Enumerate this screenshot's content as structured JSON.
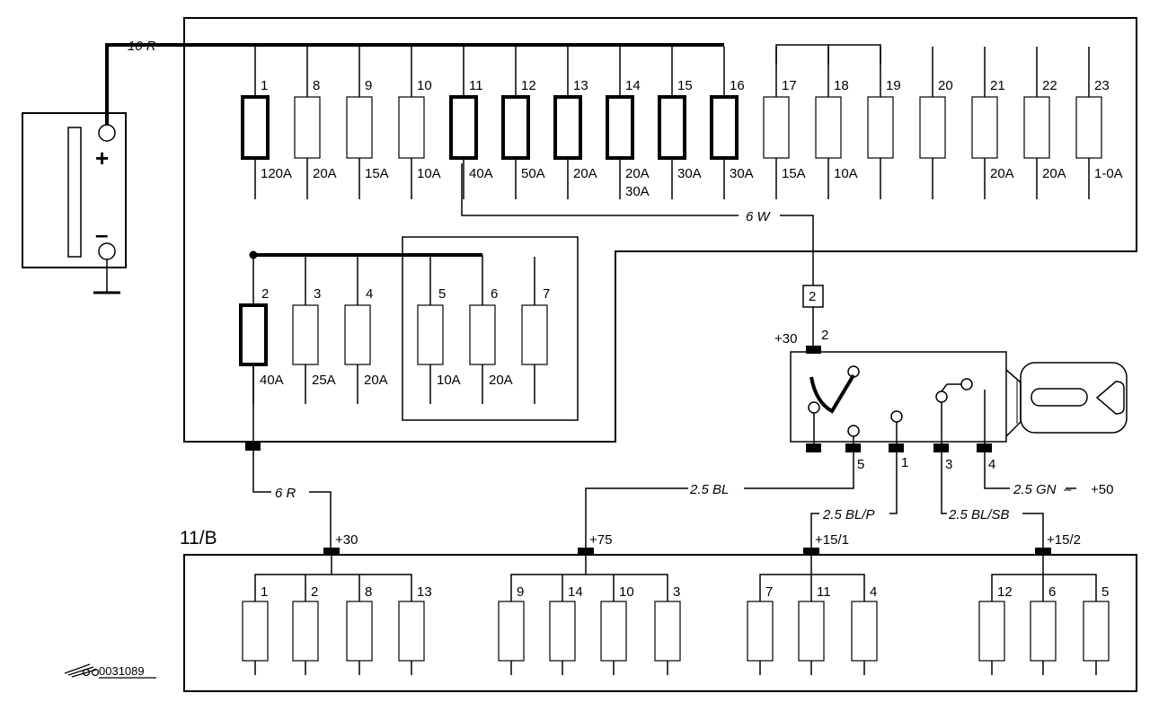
{
  "battery": {
    "plus": "+",
    "minus": "–"
  },
  "upper_row": [
    {
      "num": "1",
      "rating": "120A",
      "heavy": true
    },
    {
      "num": "8",
      "rating": "20A",
      "heavy": false
    },
    {
      "num": "9",
      "rating": "15A",
      "heavy": false
    },
    {
      "num": "10",
      "rating": "10A",
      "heavy": false
    },
    {
      "num": "11",
      "rating": "40A",
      "heavy": true
    },
    {
      "num": "12",
      "rating": "50A",
      "heavy": true
    },
    {
      "num": "13",
      "rating": "20A",
      "heavy": true
    },
    {
      "num": "14",
      "rating": "20A",
      "rating2": "30A",
      "heavy": true
    },
    {
      "num": "15",
      "rating": "30A",
      "heavy": true
    },
    {
      "num": "16",
      "rating": "30A",
      "heavy": true
    },
    {
      "num": "17",
      "rating": "15A",
      "heavy": false
    },
    {
      "num": "18",
      "rating": "10A",
      "heavy": false
    },
    {
      "num": "19",
      "rating": "",
      "heavy": false
    },
    {
      "num": "20",
      "rating": "",
      "heavy": false
    },
    {
      "num": "21",
      "rating": "20A",
      "heavy": false
    },
    {
      "num": "22",
      "rating": "20A",
      "heavy": false
    },
    {
      "num": "23",
      "rating": "1-0A",
      "heavy": false
    }
  ],
  "lower_row": [
    {
      "num": "2",
      "rating": "40A",
      "heavy": true
    },
    {
      "num": "3",
      "rating": "25A",
      "heavy": false
    },
    {
      "num": "4",
      "rating": "20A",
      "heavy": false
    },
    {
      "num": "5",
      "rating": "10A",
      "heavy": false
    },
    {
      "num": "6",
      "rating": "20A",
      "heavy": false
    },
    {
      "num": "7",
      "rating": "",
      "heavy": false
    }
  ],
  "wires": {
    "battery": "10 R",
    "to_switch": "6 W",
    "to_lower_box": "6 R",
    "t75": "2.5 BL",
    "t15_1": "2.5 BL/P",
    "t15_2": "2.5 BL/SB",
    "t50": "2.5 GN"
  },
  "connector": "2",
  "ignition_switch": {
    "plus30": "+30",
    "pin_top": "2",
    "pins": [
      "5",
      "1",
      "3",
      "4"
    ],
    "plus50": "+50"
  },
  "lower_box": {
    "label": "11/B",
    "groups": [
      {
        "terminal": "+30",
        "fuses": [
          "1",
          "2",
          "8",
          "13"
        ]
      },
      {
        "terminal": "+75",
        "fuses": [
          "9",
          "14",
          "10",
          "3"
        ]
      },
      {
        "terminal": "+15/1",
        "fuses": [
          "7",
          "11",
          "4"
        ]
      },
      {
        "terminal": "+15/2",
        "fuses": [
          "12",
          "6",
          "5"
        ]
      }
    ]
  },
  "footer": {
    "ref": "0031089"
  }
}
